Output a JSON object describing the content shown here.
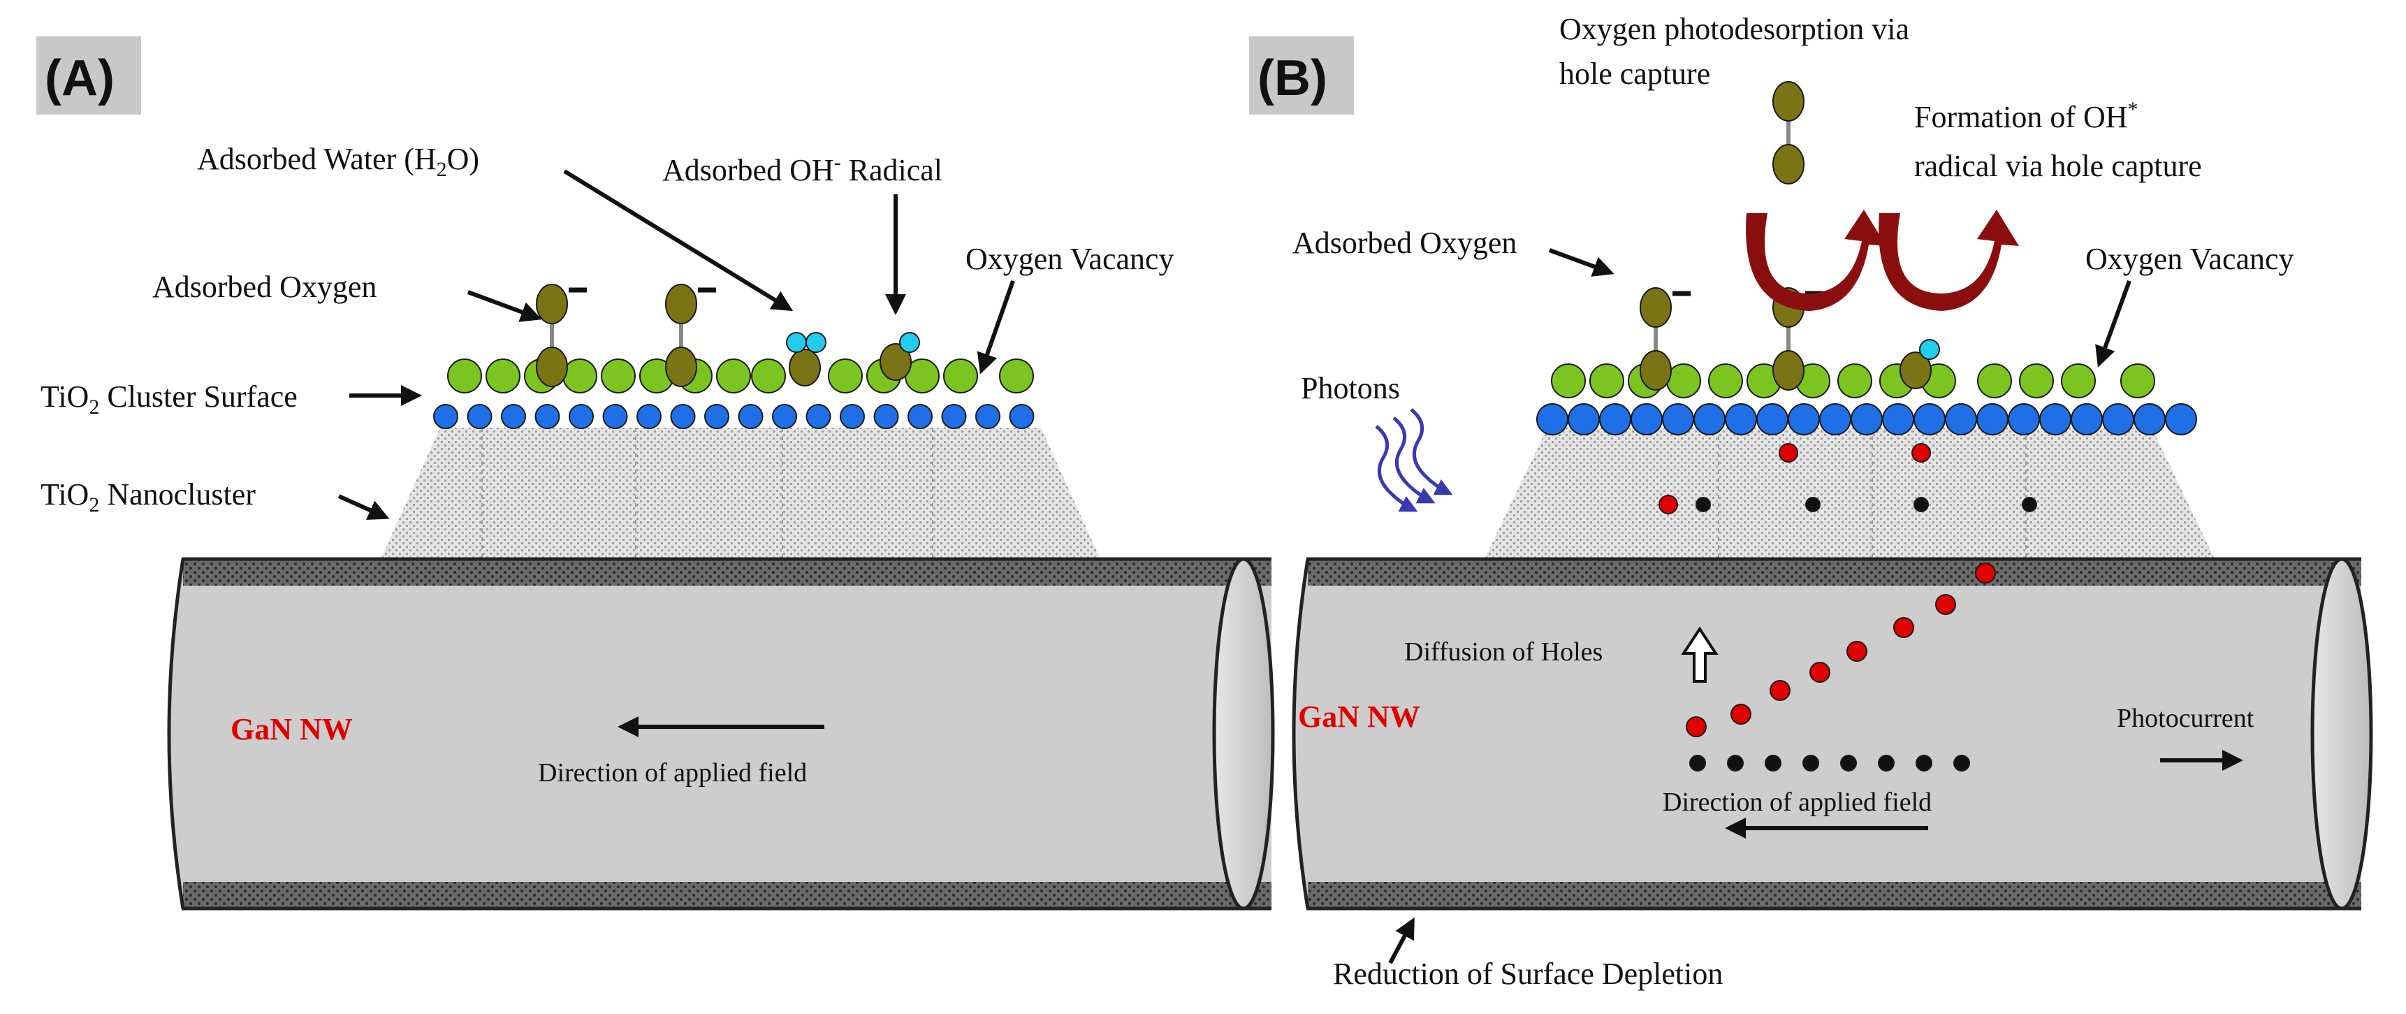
{
  "panel_a": {
    "tag": "(A)",
    "labels": {
      "adsorbed_water_pre": "Adsorbed Water (H",
      "adsorbed_water_sub": "2",
      "adsorbed_water_post": "O)",
      "adsorbed_oh_pre": "Adsorbed OH",
      "adsorbed_oh_sup": "-",
      "adsorbed_oh_post": " Radical",
      "adsorbed_oxygen": "Adsorbed Oxygen",
      "oxygen_vacancy": "Oxygen Vacancy",
      "cluster_surface_pre": "TiO",
      "cluster_surface_sub": "2",
      "cluster_surface_post": " Cluster Surface",
      "nanocluster_pre": "TiO",
      "nanocluster_sub": "2",
      "nanocluster_post": " Nanocluster",
      "gan_nw": "GaN NW",
      "field": "Direction of applied field"
    }
  },
  "panel_b": {
    "tag": "(B)",
    "labels": {
      "photodesorption_1": "Oxygen photodesorption via",
      "photodesorption_2": "hole capture",
      "oh_formation_1_pre": "Formation of OH",
      "oh_formation_1_sup": "*",
      "oh_formation_2": "radical via hole capture",
      "adsorbed_oxygen": "Adsorbed Oxygen",
      "oxygen_vacancy": "Oxygen Vacancy",
      "photons": "Photons",
      "diffusion": "Diffusion of Holes",
      "gan_nw": "GaN NW",
      "photocurrent": "Photocurrent",
      "field": "Direction of applied field",
      "depletion": "Reduction of Surface Depletion"
    }
  },
  "colors": {
    "green_atom": "#7cc520",
    "blue_atom": "#1f6fe6",
    "olive_atom": "#7a7414",
    "cyan_atom": "#22ccee",
    "hole_red": "#e00000",
    "electron_black": "#111111",
    "curved_arrow": "#8b0e0e",
    "photon_blue": "#3a3ab0",
    "wire_body": "#cdcdcd",
    "label_red": "#e00000"
  }
}
